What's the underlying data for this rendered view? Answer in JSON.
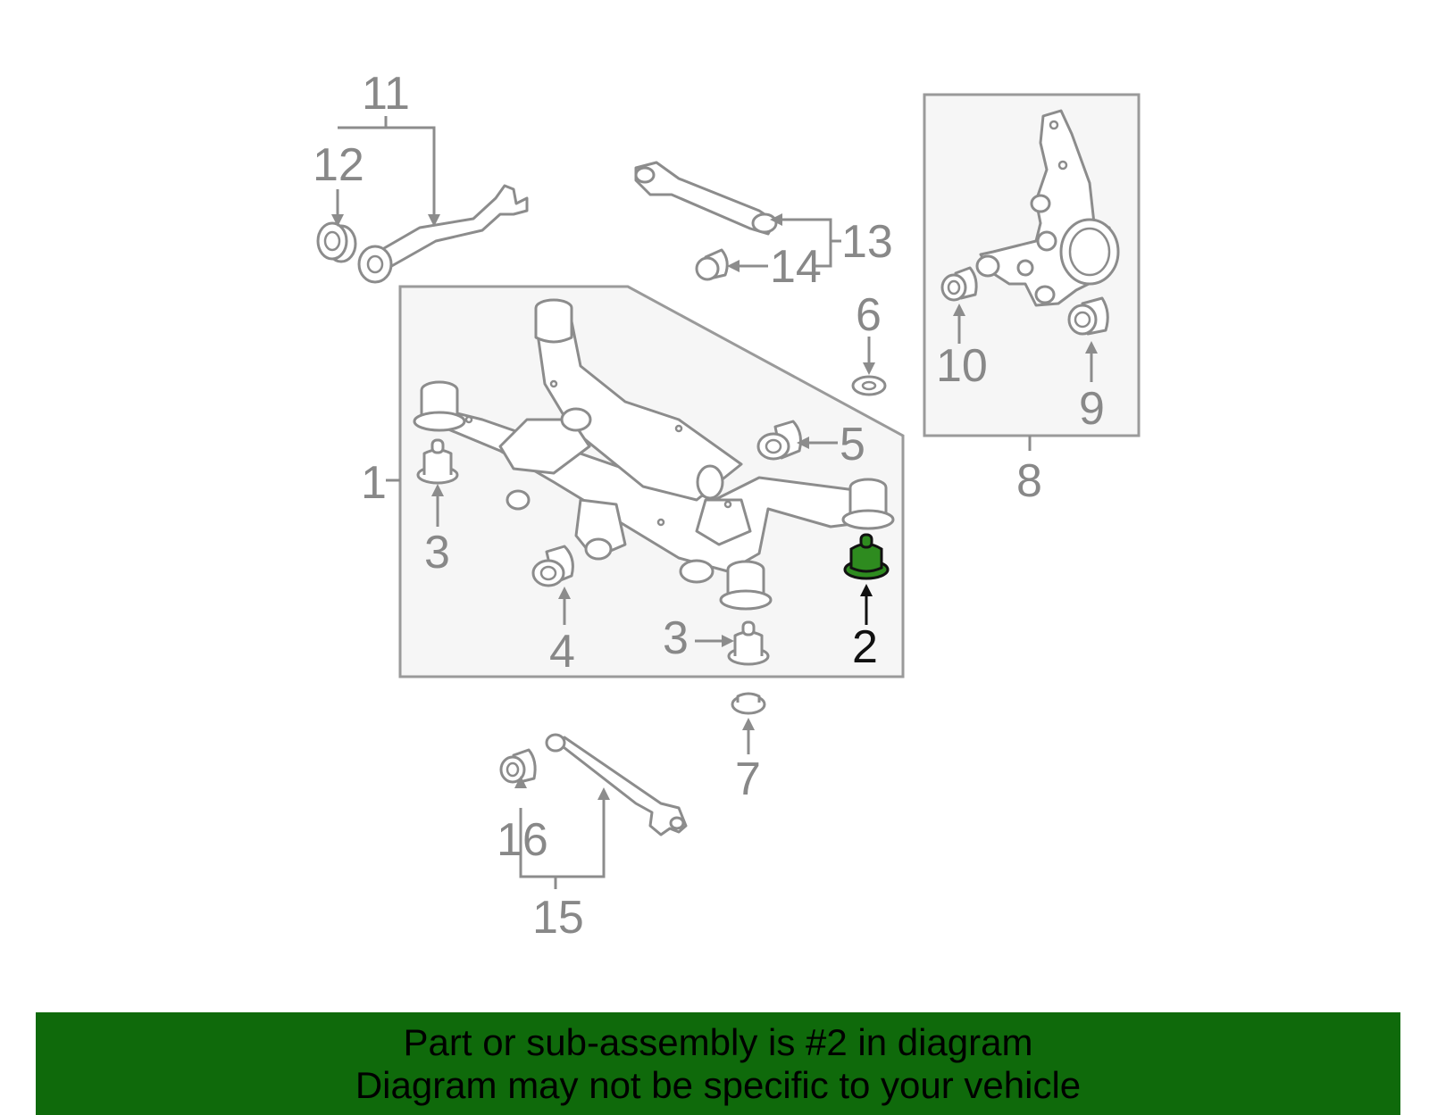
{
  "callouts": {
    "n1": "1",
    "n2": "2",
    "n3a": "3",
    "n3b": "3",
    "n4": "4",
    "n5": "5",
    "n6": "6",
    "n7": "7",
    "n8": "8",
    "n9": "9",
    "n10": "10",
    "n11": "11",
    "n12": "12",
    "n13": "13",
    "n14": "14",
    "n15": "15",
    "n16": "16"
  },
  "highlight": {
    "part_number": "2",
    "color": "#2e8b1f"
  },
  "colors": {
    "banner": "#0f6a0b",
    "line": "#8c8c8c",
    "panel": "#f6f6f6"
  },
  "footer": {
    "line1": "Part or sub-assembly is #2 in diagram",
    "line2": "Diagram may not be specific to your vehicle"
  }
}
